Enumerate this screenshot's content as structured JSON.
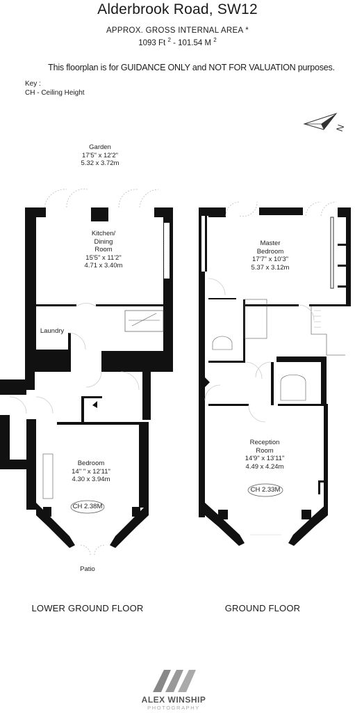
{
  "header": {
    "title": "Alderbrook Road, SW12",
    "area_label": "APPROX. GROSS INTERNAL  AREA *",
    "area_ft": "1093 Ft",
    "area_sep": " - ",
    "area_m": "101.54 M",
    "sq_mark": "2",
    "guidance": "This floorplan is for GUIDANCE ONLY and NOT FOR VALUATION purposes."
  },
  "key": {
    "title": "Key :",
    "entries": [
      "CH - Ceiling Height"
    ]
  },
  "compass": {
    "label": "N"
  },
  "lower_ground": {
    "floor_label": "LOWER GROUND FLOOR",
    "garden": {
      "name": "Garden",
      "imperial": "17'5\" x 12'2\"",
      "metric": "5.32 x 3.72m"
    },
    "kitchen": {
      "name_line1": "Kitchen/",
      "name_line2": "Dining",
      "name_line3": "Room",
      "imperial": "15'5\" x 11'2\"",
      "metric": "4.71 x 3.40m"
    },
    "laundry": {
      "name": "Laundry"
    },
    "bedroom": {
      "name": "Bedroom",
      "imperial": "14'' \" x 12'11\"",
      "metric": "4.30 x 3.94m",
      "ceiling": "CH 2.38M"
    },
    "patio": {
      "name": "Patio"
    }
  },
  "ground": {
    "floor_label": "GROUND FLOOR",
    "master": {
      "name_line1": "Master",
      "name_line2": "Bedroom",
      "imperial": "17'7\" x 10'3\"",
      "metric": "5.37 x 3.12m"
    },
    "reception": {
      "name_line1": "Reception",
      "name_line2": "Room",
      "imperial": "14'9\" x 13'11\"",
      "metric": "4.49 x 4.24m",
      "ceiling": "CH 2.33M"
    }
  },
  "logo": {
    "name": "ALEX WINSHIP",
    "tagline": "PHOTOGRAPHY"
  },
  "colors": {
    "wall": "#111111",
    "line": "#333333",
    "light": "#bbbbbb",
    "logo": "#777777"
  }
}
